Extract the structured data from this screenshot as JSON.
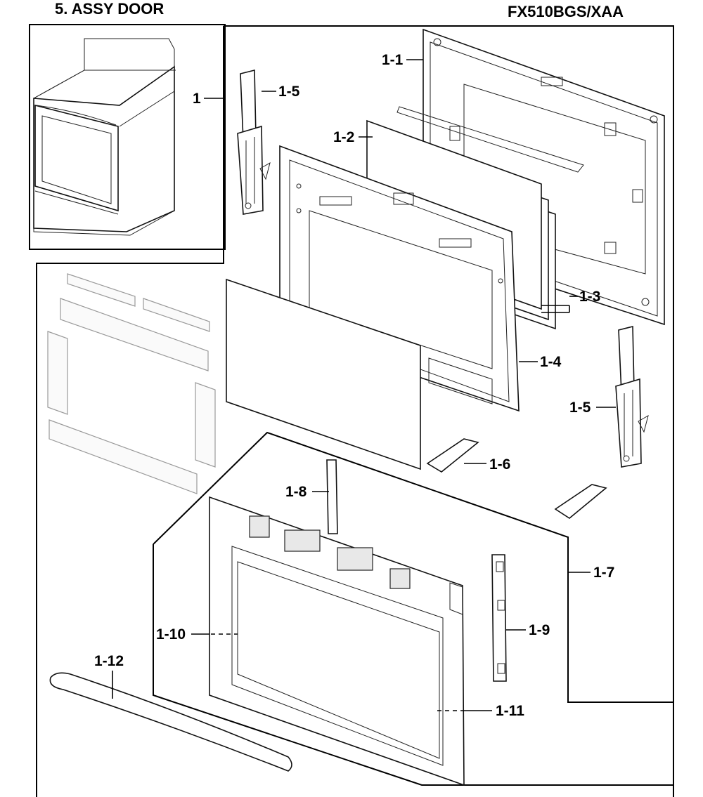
{
  "header": {
    "title": "5. ASSY DOOR",
    "model": "FX510BGS/XAA"
  },
  "callouts": [
    {
      "id": "p1",
      "label": "1"
    },
    {
      "id": "p1-1",
      "label": "1-1"
    },
    {
      "id": "p1-2",
      "label": "1-2"
    },
    {
      "id": "p1-3",
      "label": "1-3"
    },
    {
      "id": "p1-4",
      "label": "1-4"
    },
    {
      "id": "p1-5a",
      "label": "1-5"
    },
    {
      "id": "p1-5b",
      "label": "1-5"
    },
    {
      "id": "p1-6",
      "label": "1-6"
    },
    {
      "id": "p1-7",
      "label": "1-7"
    },
    {
      "id": "p1-8",
      "label": "1-8"
    },
    {
      "id": "p1-9",
      "label": "1-9"
    },
    {
      "id": "p1-10",
      "label": "1-10"
    },
    {
      "id": "p1-11",
      "label": "1-11"
    },
    {
      "id": "p1-12",
      "label": "1-12"
    }
  ]
}
